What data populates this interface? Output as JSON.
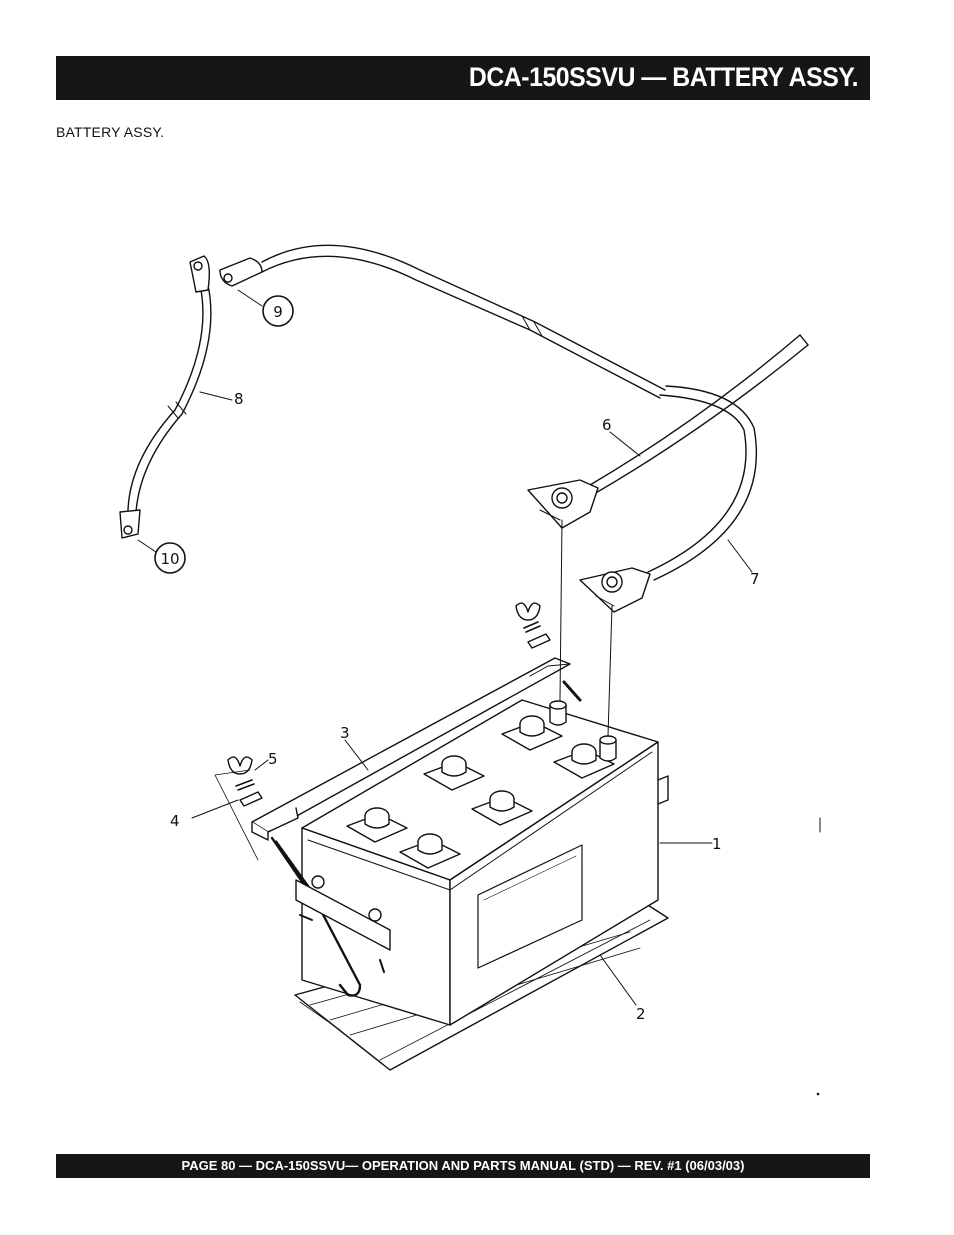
{
  "header": {
    "title": "DCA-150SSVU  —  BATTERY ASSY."
  },
  "section": {
    "label": "BATTERY ASSY."
  },
  "diagram": {
    "callouts": [
      "1",
      "2",
      "3",
      "4",
      "5",
      "6",
      "7",
      "8",
      "9",
      "10"
    ]
  },
  "footer": {
    "text": "PAGE 80 — DCA-150SSVU—  OPERATION AND PARTS  MANUAL  (STD) — REV. #1  (06/03/03)"
  }
}
